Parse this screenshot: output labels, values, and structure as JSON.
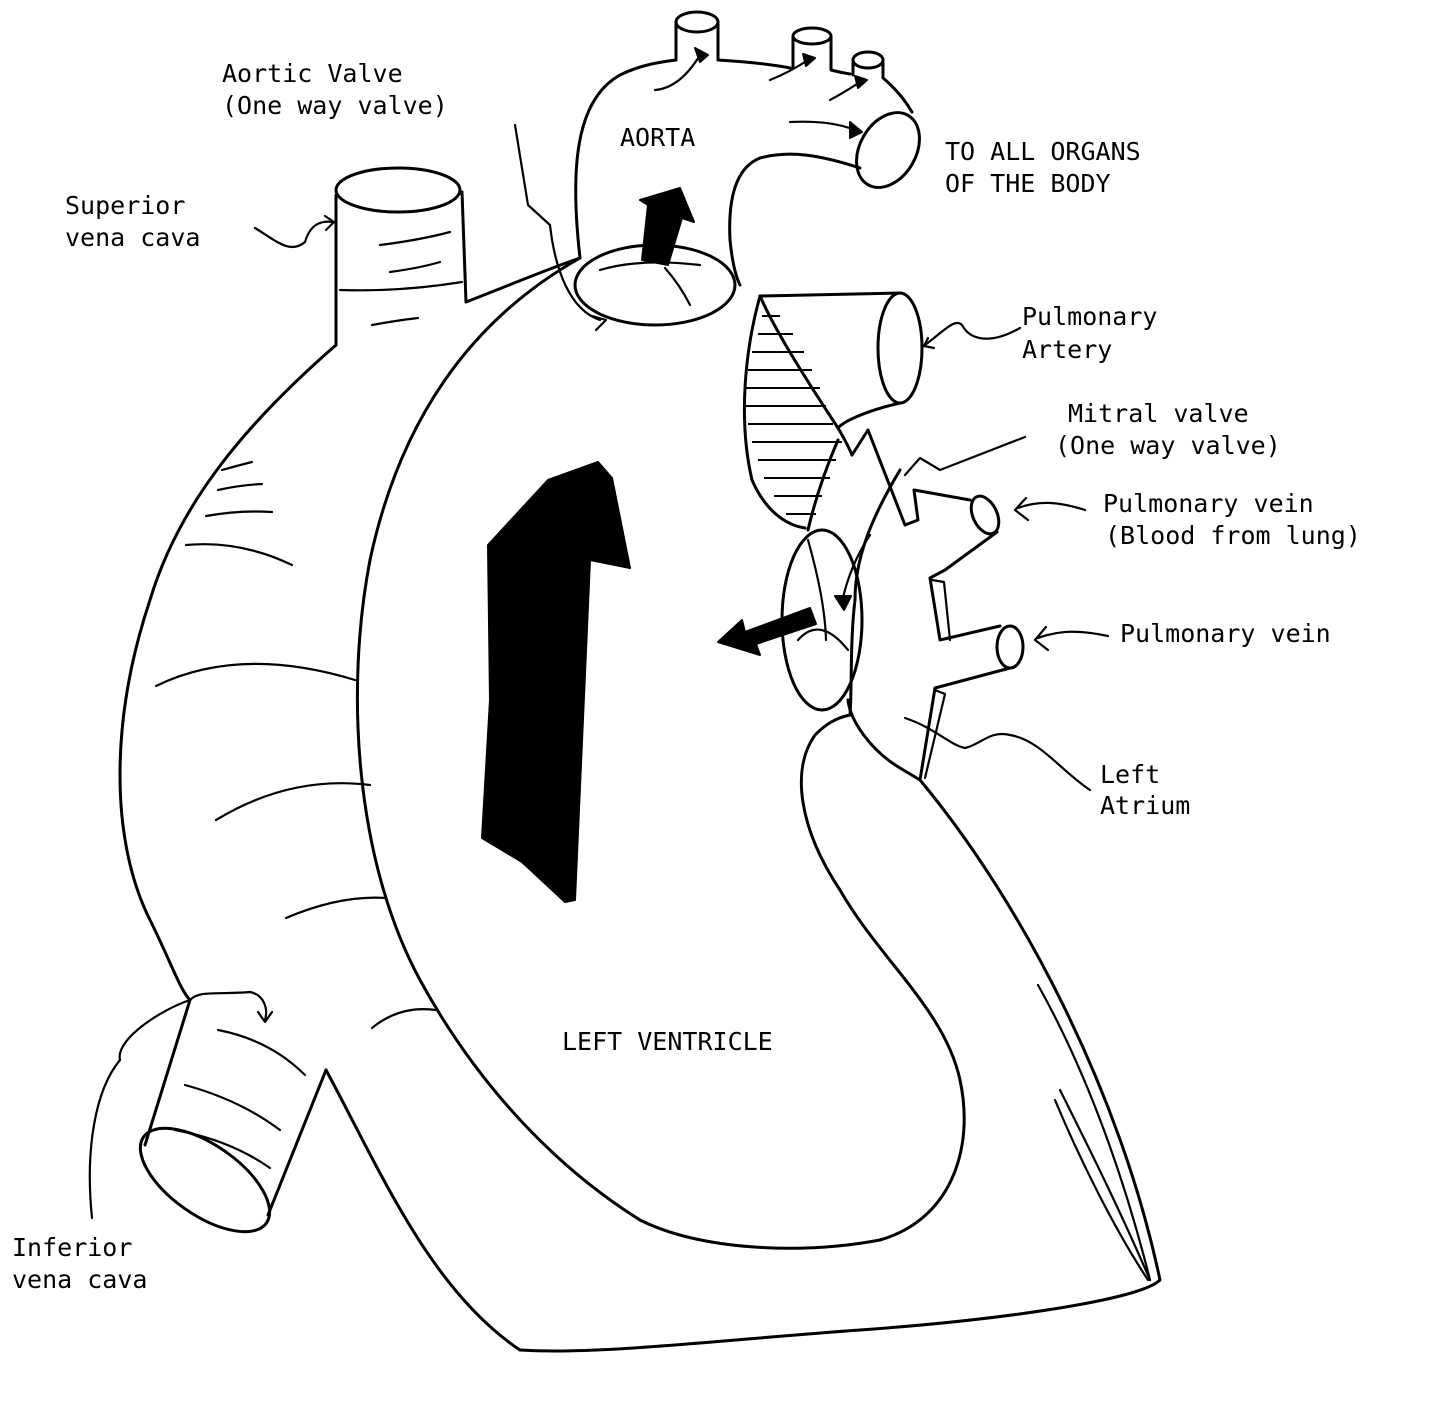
{
  "labels": {
    "aortic_valve_1": "Aortic Valve",
    "aortic_valve_2": "(One way valve)",
    "aorta": "AORTA",
    "organs_1": "TO ALL ORGANS",
    "organs_2": "OF THE BODY",
    "svc_1": "Superior",
    "svc_2": "vena cava",
    "pulm_artery_1": "Pulmonary",
    "pulm_artery_2": "Artery",
    "mitral_1": "Mitral valve",
    "mitral_2": "(One way valve)",
    "pulm_vein_1a": "Pulmonary vein",
    "pulm_vein_1b": "(Blood from lung)",
    "pulm_vein_2": "Pulmonary vein",
    "left_atrium_1": "Left",
    "left_atrium_2": "Atrium",
    "left_ventricle": "LEFT VENTRICLE",
    "ivc_1": "Inferior",
    "ivc_2": "vena cava"
  },
  "colors": {
    "ink": "#000000",
    "paper": "#ffffff"
  }
}
